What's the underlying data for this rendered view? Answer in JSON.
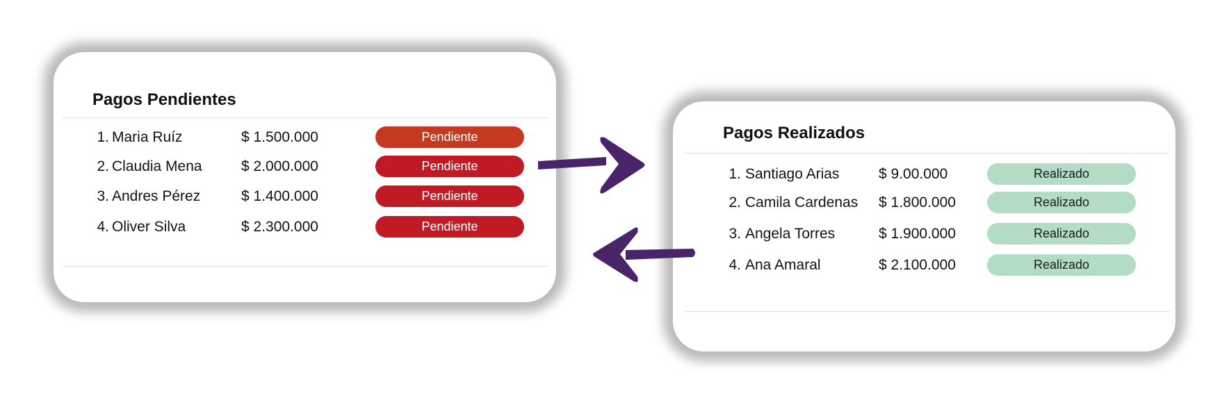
{
  "pending_card": {
    "title": "Pagos Pendientes",
    "rows": [
      {
        "index": "1.",
        "name": "Maria Ruíz",
        "amount": "$ 1.500.000",
        "status": "Pendiente",
        "status_color": "#c4391f"
      },
      {
        "index": "2.",
        "name": "Claudia Mena",
        "amount": "$ 2.000.000",
        "status": "Pendiente",
        "status_color": "#c01a24"
      },
      {
        "index": "3.",
        "name": "Andres Pérez",
        "amount": "$ 1.400.000",
        "status": "Pendiente",
        "status_color": "#c01a24"
      },
      {
        "index": "4.",
        "name": "Oliver Silva",
        "amount": "$ 2.300.000",
        "status": "Pendiente",
        "status_color": "#c01a24"
      }
    ]
  },
  "done_card": {
    "title": "Pagos Realizados",
    "rows": [
      {
        "index": "1.",
        "name": "Santiago Arias",
        "amount": "$ 9.00.000",
        "status": "Realizado",
        "status_color": "#b2dcc4"
      },
      {
        "index": "2.",
        "name": "Camila Cardenas",
        "amount": "$ 1.800.000",
        "status": "Realizado",
        "status_color": "#b2dcc4"
      },
      {
        "index": "3.",
        "name": "Angela Torres",
        "amount": "$ 1.900.000",
        "status": "Realizado",
        "status_color": "#b2dcc4"
      },
      {
        "index": "4.",
        "name": "Ana Amaral",
        "amount": "$ 2.100.000",
        "status": "Realizado",
        "status_color": "#b2dcc4"
      }
    ]
  },
  "arrows": {
    "color": "#4a2468",
    "forward_icon": "arrow-right-icon",
    "back_icon": "arrow-left-icon"
  }
}
